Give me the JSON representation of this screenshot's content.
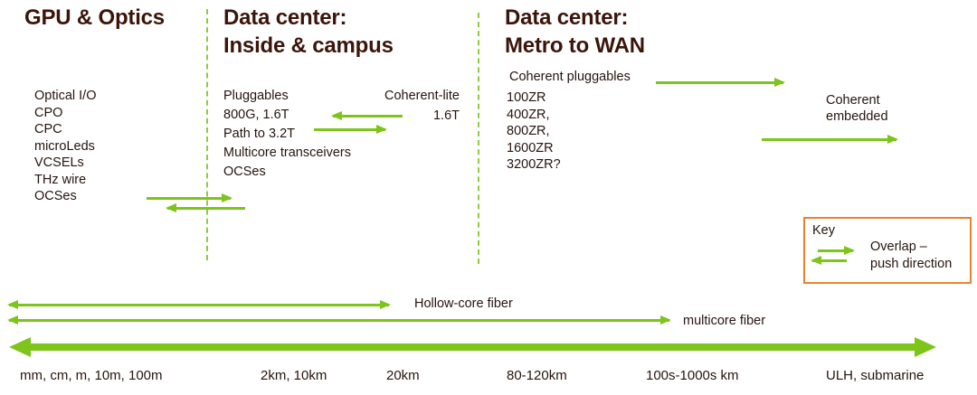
{
  "slide": {
    "columns": [
      {
        "title_lines": [
          "GPU & Optics"
        ],
        "items": [
          "Optical I/O",
          "CPO",
          "CPC",
          "microLeds",
          "VCSELs",
          "THz wire",
          "OCSes"
        ]
      },
      {
        "title_lines": [
          "Data center:",
          "Inside & campus"
        ],
        "items": [
          "Pluggables",
          "800G, 1.6T",
          "Path to 3.2T",
          "Multicore transceivers",
          "OCSes"
        ],
        "right_label_lines": [
          "Coherent-lite",
          "1.6T"
        ]
      },
      {
        "title_lines": [
          "Data center:",
          "Metro to WAN"
        ],
        "lead": "Coherent pluggables",
        "items": [
          "100ZR",
          "400ZR,",
          "800ZR,",
          "1600ZR",
          "3200ZR?"
        ],
        "right_label_lines": [
          "Coherent",
          "embedded"
        ]
      }
    ],
    "key": {
      "title": "Key",
      "lines": [
        "Overlap –",
        "push direction"
      ]
    },
    "fiber_arrows": {
      "hollow_core_label": "Hollow-core fiber",
      "multicore_label": "multicore fiber"
    },
    "axis_labels": [
      "mm,  cm, m,  10m, 100m",
      "2km, 10km",
      "20km",
      "80-120km",
      "100s-1000s km",
      "ULH, submarine"
    ],
    "colors": {
      "green": "#7DC41B",
      "dash": "#8FCB45",
      "heading": "#3C150A",
      "text": "#26140E",
      "keyBorder": "#E8822F"
    }
  }
}
